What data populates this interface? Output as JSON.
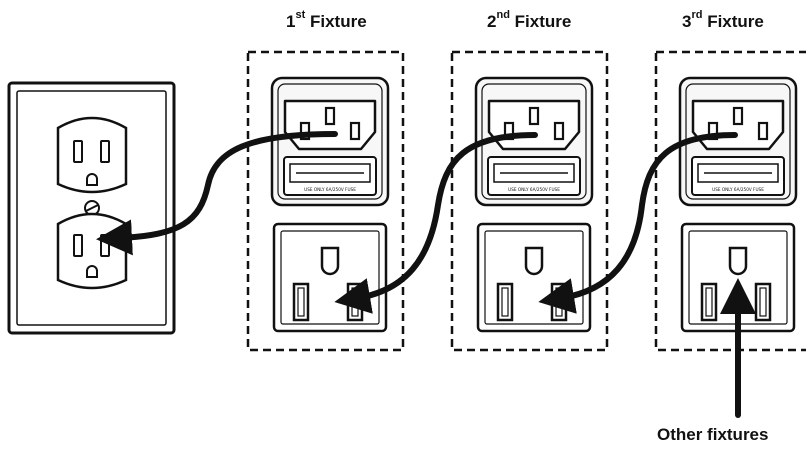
{
  "labels": {
    "fixture_1": {
      "num": "1",
      "suffix": "st",
      "text": " Fixture"
    },
    "fixture_2": {
      "num": "2",
      "suffix": "nd",
      "text": " Fixture"
    },
    "fixture_3": {
      "num": "3",
      "suffix": "rd",
      "text": " Fixture"
    },
    "other_fixtures": "Other fixtures"
  },
  "fuse_text": "USE ONLY 6A/250V FUSE",
  "colors": {
    "stroke": "#111111",
    "panel_fill": "#f7f7f7",
    "plate_fill": "#ffffff",
    "background": "#ffffff"
  }
}
